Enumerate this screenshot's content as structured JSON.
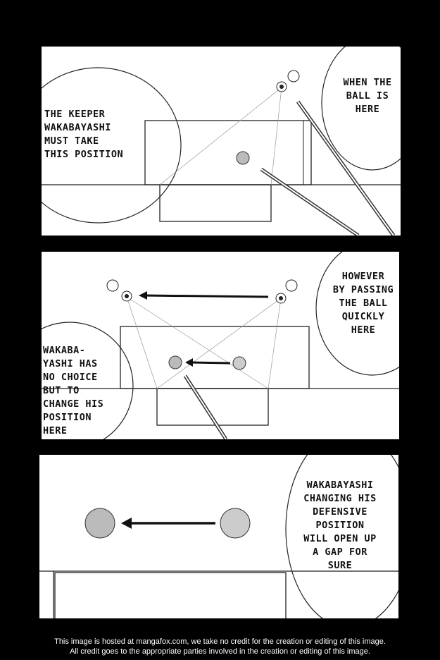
{
  "panels": [
    {
      "bubbles": {
        "left": "THE KEEPER\nWAKABAYASHI\nMUST TAKE\nTHIS POSITION",
        "right": "WHEN THE\nBALL IS\nHERE"
      }
    },
    {
      "bubbles": {
        "right": "HOWEVER\nBY PASSING\nTHE BALL\nQUICKLY\nHERE",
        "left": "WAKABA-\nYASHI HAS\nNO CHOICE\nBUT TO\nCHANGE HIS\nPOSITION\nHERE"
      }
    },
    {
      "bubbles": {
        "right": "WAKABAYASHI\nCHANGING HIS\nDEFENSIVE\nPOSITION\nWILL OPEN UP\nA GAP FOR\nSURE"
      }
    }
  ],
  "footer": {
    "line1": "This image is hosted at mangafox.com, we take no credit for the creation or editing of this image.",
    "line2": "All credit goes to the appropriate parties involved in the creation or editing of this image."
  }
}
